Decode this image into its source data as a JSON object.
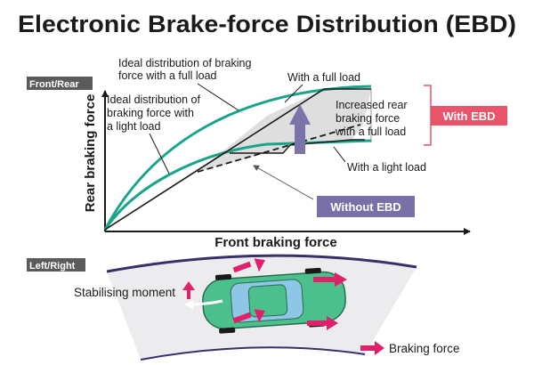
{
  "title": "Electronic Brake-force Distribution (EBD)",
  "front_rear": {
    "tag": "Front/Rear",
    "y_axis_label": "Rear braking force",
    "x_axis_label": "Front braking force",
    "ideal_full_load_lines": [
      "Ideal distribution of braking",
      "force with a full load"
    ],
    "ideal_light_load_lines": [
      "Ideal distribution of",
      "braking force with",
      "a light load"
    ],
    "with_full_load": "With a full load",
    "increased_rear_lines": [
      "Increased rear",
      "braking force",
      "with a full load"
    ],
    "with_light_load": "With a light load",
    "with_ebd": "With EBD",
    "without_ebd": "Without EBD"
  },
  "left_right": {
    "tag": "Left/Right",
    "stabilising_moment": "Stabilising moment",
    "braking_force": "Braking force"
  },
  "colors": {
    "ideal_curve": "#1aa58a",
    "with_ebd": "#e8546a",
    "without_ebd": "#7b6fa8",
    "increase_arrow": "#7b74a8",
    "force_arrow": "#e0206a",
    "road": "#ececef",
    "road_edge": "#3a2f6a",
    "car_body": "#4bbf8c",
    "tag_bg": "#5b5b5b",
    "gain_region": "#dedede"
  },
  "icons": {
    "increase_arrow": "up-arrow-icon",
    "stabilising_arrow": "curved-arrow-icon",
    "braking_force": "right-arrow-icon"
  }
}
